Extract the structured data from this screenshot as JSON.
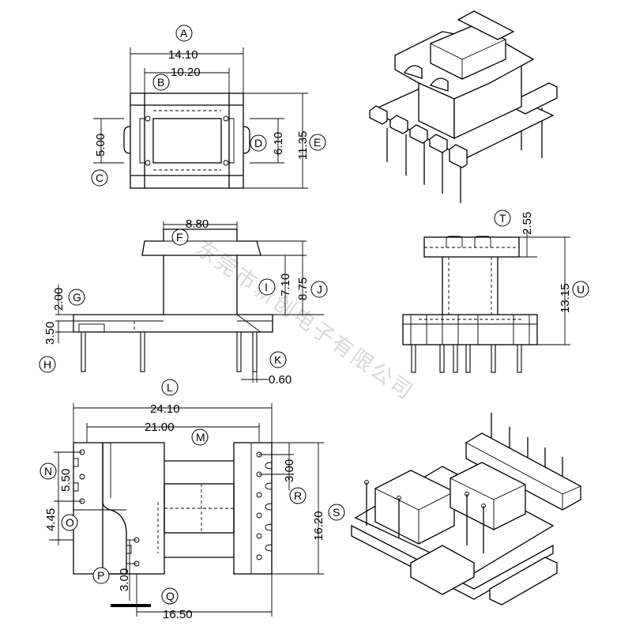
{
  "watermark": "东莞市新创电子有限公司",
  "dimensions": {
    "A": "14.10",
    "B": "10.20",
    "C_value": "5.00",
    "D": "6.10",
    "E": "11.35",
    "F": "8.80",
    "G": "2.00",
    "H": "3.50",
    "I": "7.10",
    "J": "8.75",
    "K": "0.60",
    "T": "2.55",
    "U": "13.15",
    "L": "24.10",
    "M": "21.00",
    "N": "5.50",
    "O": "4.45",
    "P": "3.00",
    "Q": "16.50",
    "R": "3.00",
    "S": "16.20"
  },
  "labels": {
    "A": "A",
    "B": "B",
    "C": "C",
    "D": "D",
    "E": "E",
    "F": "F",
    "G": "G",
    "H": "H",
    "I": "I",
    "J": "J",
    "K": "K",
    "L": "L",
    "M": "M",
    "N": "N",
    "O": "O",
    "P": "P",
    "Q": "Q",
    "R": "R",
    "S": "S",
    "T": "T",
    "U": "U"
  }
}
